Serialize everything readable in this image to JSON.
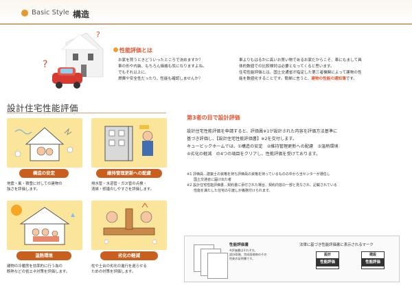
{
  "header": {
    "en": "Basic Style",
    "jp": "構造"
  },
  "intro": {
    "title": "性能評価とは",
    "left_lines": [
      "お家を買うときどういったところで決めますか？",
      "車の形や内装、もちろん価格も気になりますよね。",
      "でもそれ以上に、",
      "燃費や安全性だったり、性能も確認しませんか？"
    ],
    "right_lines": [
      "車よりもはるかに高いお買い物であるお家だからこそ、車にもまして具",
      "体的数値での比較検討は必要となってくると思います。",
      "住宅性能評価とは、国土交通省が指定した第三者機関によって建物の性",
      "能を数値化することです。簡単に言うと、"
    ],
    "highlight": "建物の性能の通知簿",
    "highlight_suffix": "です。"
  },
  "section": {
    "title": "設計住宅性能評価"
  },
  "cards": [
    {
      "label": "構造の安定",
      "color": "#c95f1e",
      "desc": [
        "地震・風・積雪に対しての建物の",
        "強さを評価します。"
      ]
    },
    {
      "label": "維持管理更新への配慮",
      "color": "#c95f1e",
      "desc": [
        "排水管・水道管・ガス管の点検・",
        "清掃・修繕のしやすさを評価します。"
      ]
    },
    {
      "label": "温熱環境",
      "color": "#c95f1e",
      "desc": [
        "建物の冷暖房を効率的に行う為の",
        "断熱などの省エネ対策を評価します。"
      ]
    },
    {
      "label": "劣化の軽減",
      "color": "#c95f1e",
      "desc": [
        "柱や土台の劣化の進行を遅らせる",
        "ための対策を評価します。"
      ]
    }
  ],
  "third_party": {
    "title": "第3者の目で設計評価",
    "lines": [
      "設計住宅性能評価を申請すると、評価員※1が設計された内容を評価方法基準に",
      "基づき評価し、【設計住宅性能評価書】※2を交付します。",
      "キュービックホームでは、①構造の安定　②維持管理更新への配慮　③温熱環境",
      "④劣化の軽減　の4つの項目をクリアし、性能評価を受けております。"
    ],
    "notes": [
      "※1 評価員…建築士の資格を持ち評価員の資格を持っているものの中から当センターが選任し",
      "　　国土交通省に届け出た者",
      "※2 設計住宅性能評価書…契約書に添付された場合、契約内容の一部と見なされ、記載されている",
      "　　性能を満たした住宅の引渡しが義務付けられます。"
    ]
  },
  "certificate": {
    "doc_title": "性能評価書",
    "doc_notes": [
      "※評価書はそれぞれ、",
      "設計段階、完成段階毎のその",
      "性能の証明書です。"
    ],
    "marks_heading": "法律に基づき性能評価書に表示されるマーク",
    "mark1_top": "設計",
    "mark1_bottom": "性能評価",
    "mark2_top": "建設",
    "mark2_bottom": "性能評価"
  },
  "colors": {
    "accent": "#e4542f",
    "card_bg": "#fbe59b",
    "label_bg": "#c95f1e",
    "rule": "#c9a47a"
  }
}
